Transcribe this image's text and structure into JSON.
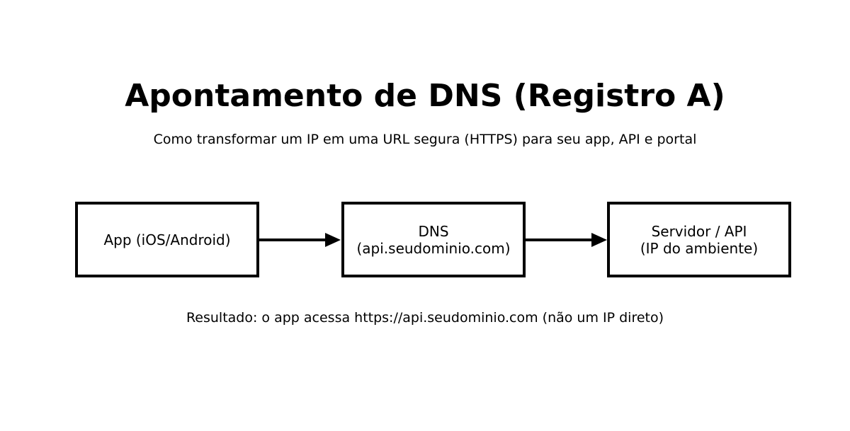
{
  "diagram": {
    "title": "Apontamento de DNS (Registro A)",
    "subtitle": "Como transformar um IP em uma URL segura (HTTPS) para seu app, API e portal",
    "nodes": [
      {
        "id": "app",
        "line1": "App (iOS/Android)"
      },
      {
        "id": "dns",
        "line1": "DNS",
        "line2": "(api.seudominio.com)"
      },
      {
        "id": "server",
        "line1": "Servidor / API",
        "line2": "(IP do ambiente)"
      }
    ],
    "arrows": [
      {
        "from": "app",
        "to": "dns"
      },
      {
        "from": "dns",
        "to": "server"
      }
    ],
    "result": "Resultado: o app acessa https://api.seudominio.com (não um IP direto)",
    "colors": {
      "background": "#ffffff",
      "foreground": "#000000"
    }
  }
}
